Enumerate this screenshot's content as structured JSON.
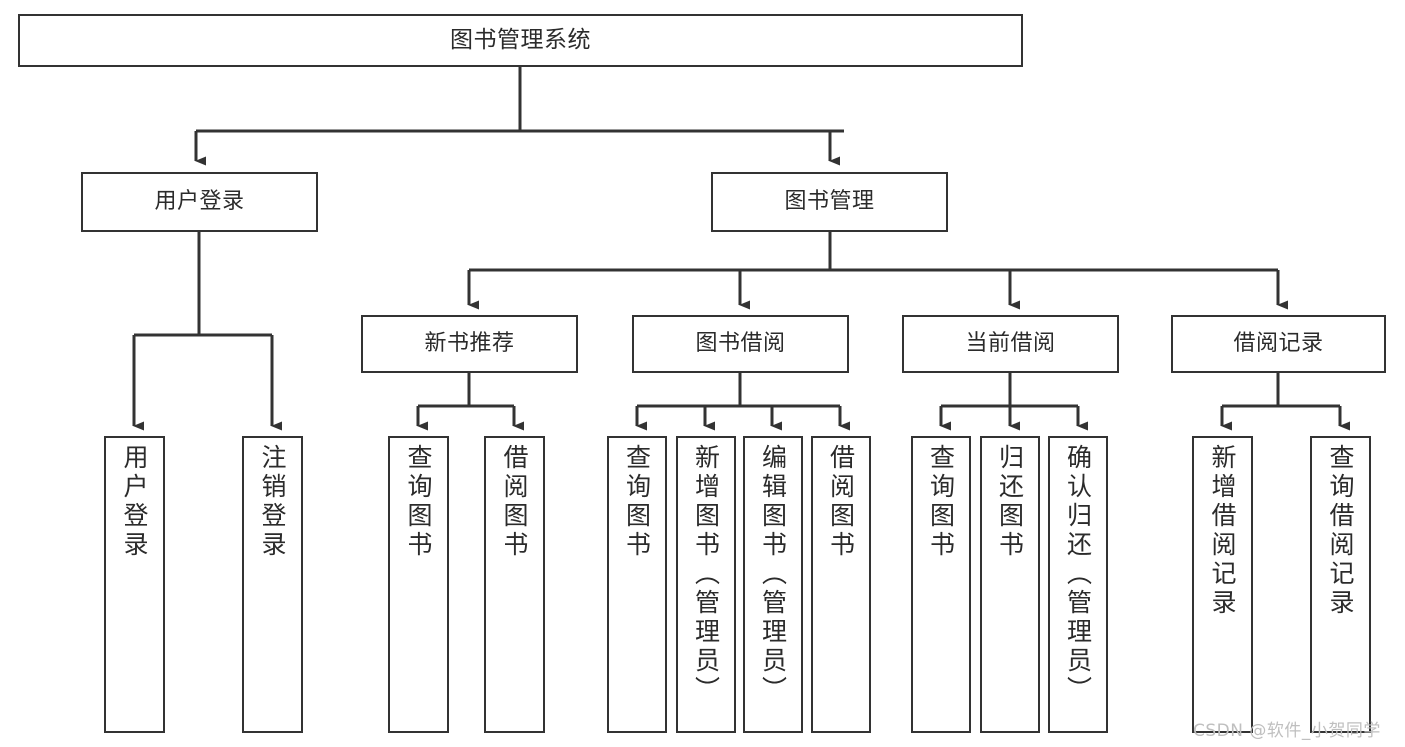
{
  "diagram": {
    "title": "图书管理系统",
    "type": "tree-structure-chart",
    "colors": {
      "box_border": "#333333",
      "box_fill": "#ffffff",
      "connector": "#333333",
      "text": "#2b2b2b",
      "watermark": "#bfbfbf"
    },
    "root": {
      "label": "图书管理系统"
    },
    "level2": [
      {
        "label": "用户登录"
      },
      {
        "label": "图书管理"
      }
    ],
    "level3": [
      {
        "label": "新书推荐"
      },
      {
        "label": "图书借阅"
      },
      {
        "label": "当前借阅"
      },
      {
        "label": "借阅记录"
      }
    ],
    "leaves": [
      {
        "label": "用户登录",
        "parent": "用户登录"
      },
      {
        "label": "注销登录",
        "parent": "用户登录"
      },
      {
        "label": "查询图书",
        "parent": "新书推荐"
      },
      {
        "label": "借阅图书",
        "parent": "新书推荐"
      },
      {
        "label": "查询图书",
        "parent": "图书借阅"
      },
      {
        "label": "新增图书（管理员）",
        "parent": "图书借阅"
      },
      {
        "label": "编辑图书（管理员）",
        "parent": "图书借阅"
      },
      {
        "label": "借阅图书",
        "parent": "图书借阅"
      },
      {
        "label": "查询图书",
        "parent": "当前借阅"
      },
      {
        "label": "归还图书",
        "parent": "当前借阅"
      },
      {
        "label": "确认归还（管理员）",
        "parent": "当前借阅"
      },
      {
        "label": "新增借阅记录",
        "parent": "借阅记录"
      },
      {
        "label": "查询借阅记录",
        "parent": "借阅记录"
      }
    ],
    "watermark": "CSDN @软件_小贺同学"
  }
}
